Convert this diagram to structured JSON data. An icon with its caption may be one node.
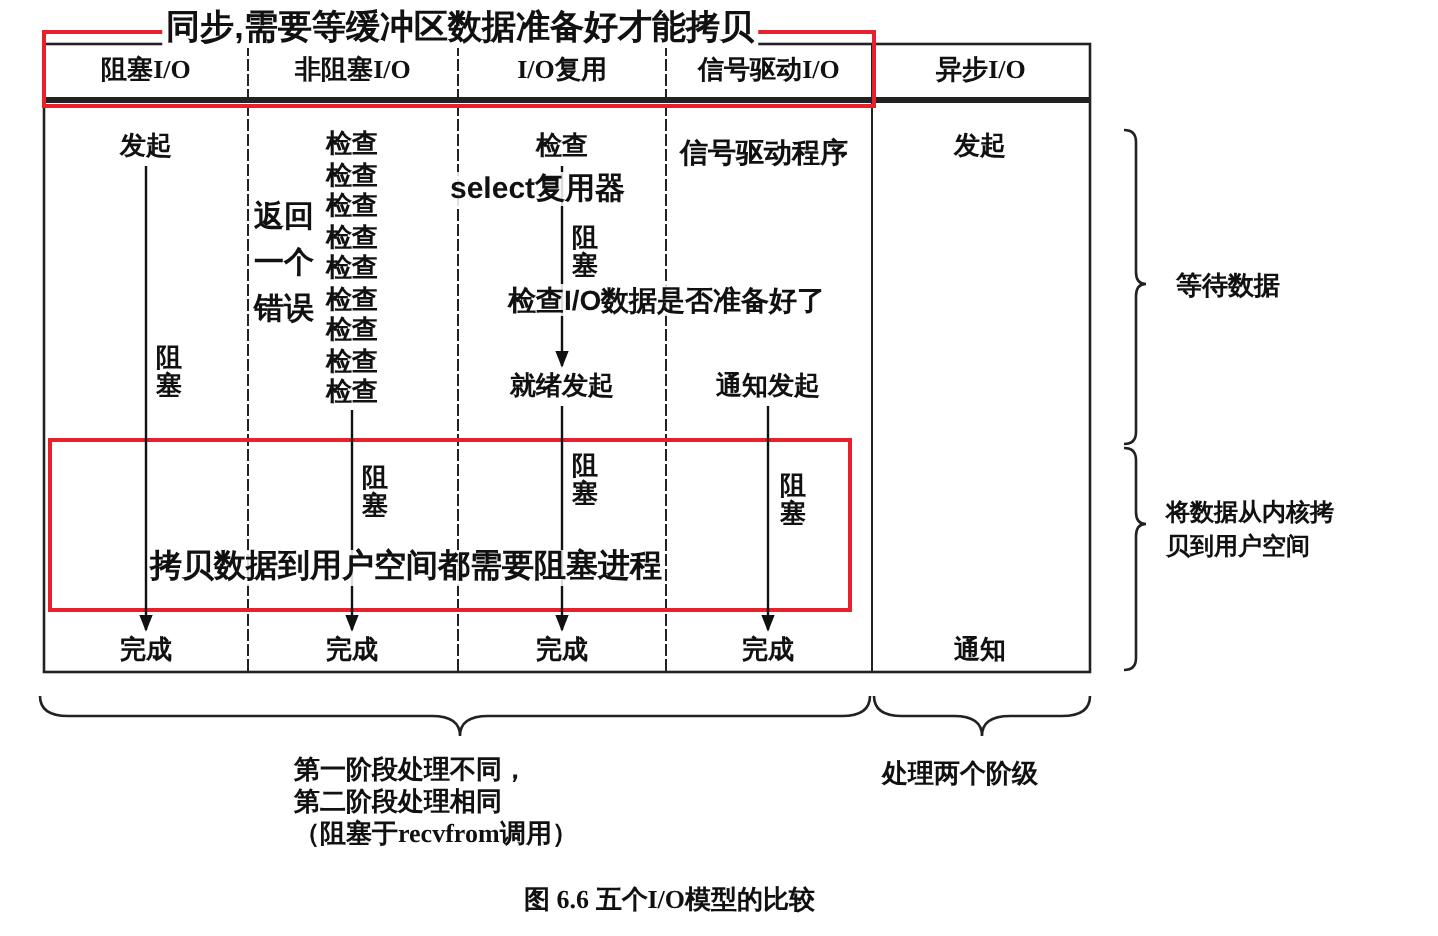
{
  "diagram": {
    "caption": "图 6.6 五个I/O模型的比较",
    "nodes": [
      {
        "text": [
          "发起"
        ]
      },
      {
        "text": [
          "检查",
          "检查",
          "检查",
          "检查",
          "检查",
          "检查",
          "检查",
          "检查",
          "检查"
        ]
      },
      {
        "text": [
          "检查"
        ]
      },
      {
        "text": [
          "就绪发起"
        ]
      },
      {
        "text": [
          "通知发起"
        ]
      },
      {
        "text": [
          "发起"
        ]
      },
      {
        "text": [
          "完成"
        ]
      },
      {
        "text": [
          "完成"
        ]
      },
      {
        "text": [
          "完成"
        ]
      },
      {
        "text": [
          "完成"
        ]
      },
      {
        "text": [
          "通知"
        ]
      }
    ],
    "edges": [
      {
        "from": 0,
        "to": 6,
        "arrow": "to",
        "label": "阻塞"
      },
      {
        "from": 1,
        "to": 7,
        "arrow": "to",
        "label": "阻塞"
      },
      {
        "from": 2,
        "to": 3,
        "arrow": "to",
        "label": "阻塞"
      },
      {
        "from": 3,
        "to": 8,
        "arrow": "to",
        "label": "阻塞"
      },
      {
        "from": 4,
        "to": 9,
        "arrow": "to",
        "label": "阻塞"
      }
    ],
    "labels": [
      "同步,需要等缓冲区数据准备好才能拷贝",
      "阻塞I/O",
      "非阻塞I/O",
      "I/O复用",
      "信号驱动I/O",
      "异步I/O",
      "信号驱动程序",
      "select复用器",
      "返回一个错误",
      "检查I/O数据是否准备好了",
      "等待数据",
      "将数据从内核拷贝到用户空间",
      "拷贝数据到用户空间都需要阻塞进程",
      "第一阶段处理不同，第二阶段处理相同（阻塞于recvfrom调用）",
      "处理两个阶级"
    ]
  }
}
